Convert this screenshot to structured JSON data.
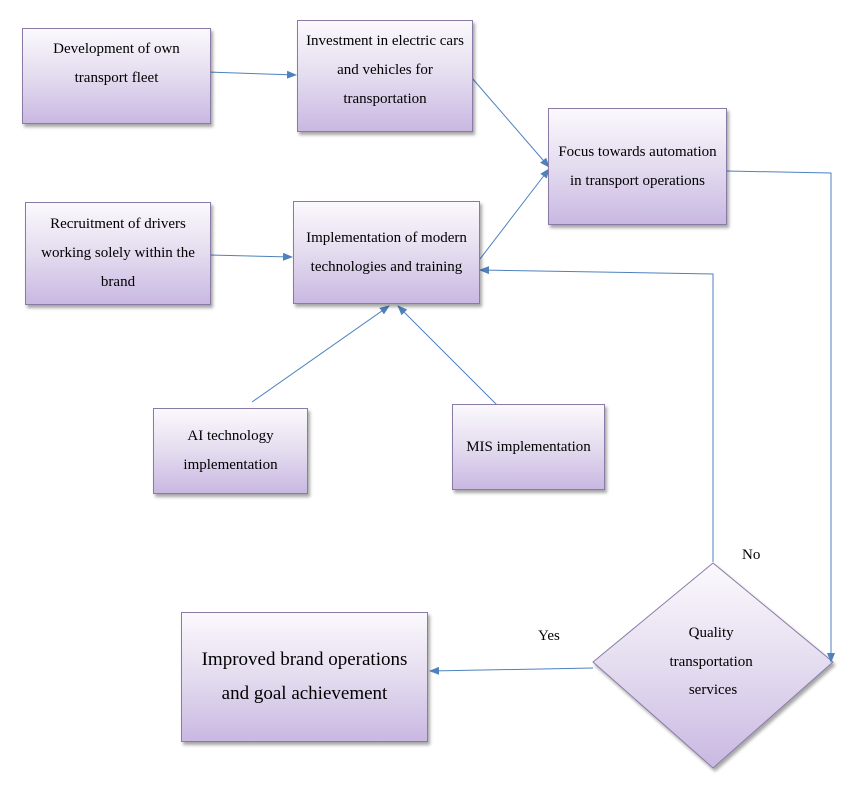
{
  "nodes": {
    "own_fleet": "Development of own transport fleet",
    "electric_cars": "Investment in electric cars and vehicles for transportation",
    "automation": "Focus towards automation in transport operations",
    "recruitment": "Recruitment of drivers working solely within the brand",
    "modern_tech": "Implementation of modern technologies and training",
    "ai_tech": "AI technology implementation",
    "mis": "MIS implementation",
    "improved": "Improved brand operations and goal achievement",
    "quality": [
      "Quality",
      "transportation",
      "services"
    ]
  },
  "labels": {
    "yes": "Yes",
    "no": "No"
  },
  "colors": {
    "arrow": "#4f81bd",
    "box_border": "#8a7aa6",
    "box_fill_top": "#fbf9fd",
    "box_fill_bottom": "#c9b8e2"
  }
}
